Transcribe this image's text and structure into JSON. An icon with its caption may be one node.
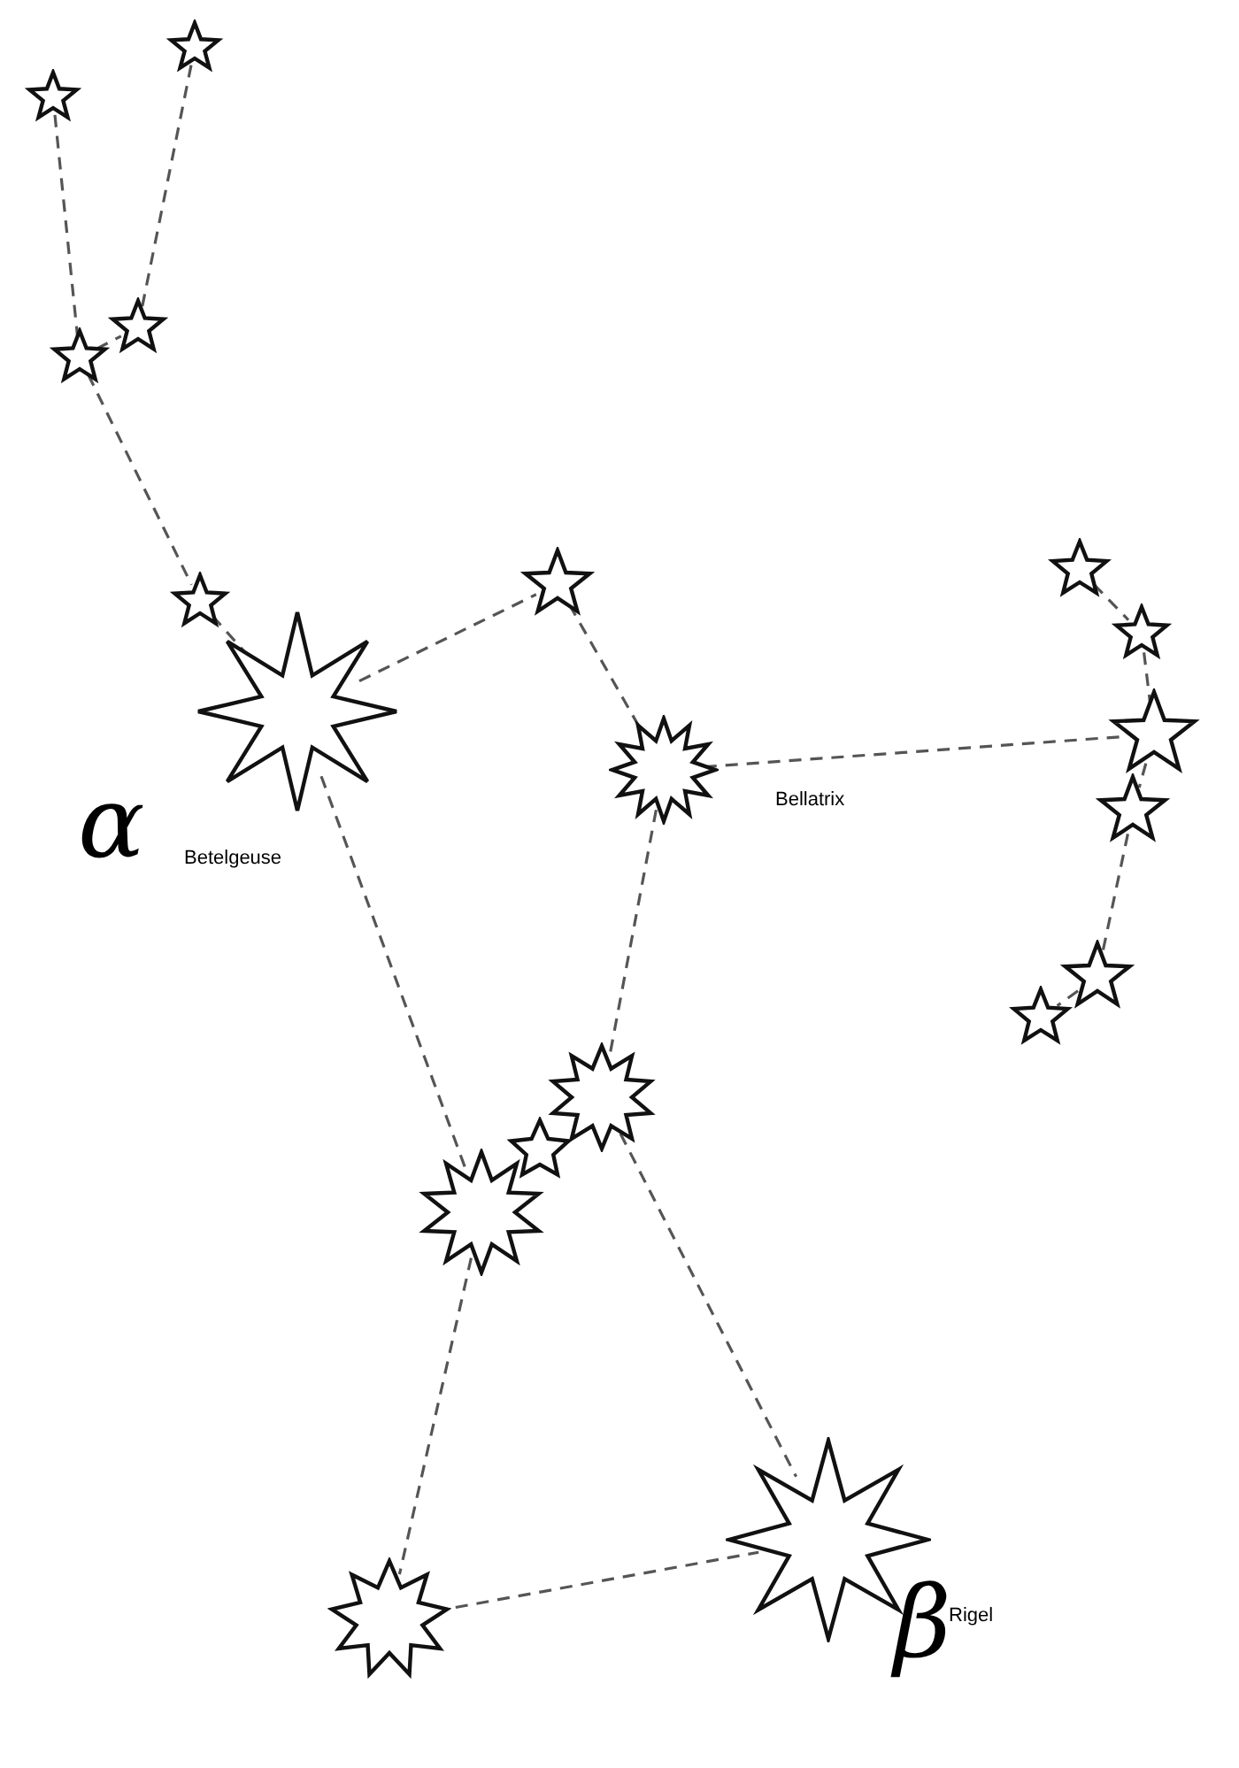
{
  "diagram": {
    "nodes": [
      {
        "text": [],
        "shape": "star"
      },
      {
        "text": [],
        "shape": "star"
      },
      {
        "text": [],
        "shape": "star"
      },
      {
        "text": [],
        "shape": "star"
      },
      {
        "text": [],
        "shape": "star"
      },
      {
        "text": [],
        "shape": "star",
        "beside": [
          "α",
          "Betelgeuse"
        ]
      },
      {
        "text": [],
        "shape": "star"
      },
      {
        "text": [],
        "shape": "star",
        "beside": [
          "Bellatrix"
        ]
      },
      {
        "text": [],
        "shape": "star"
      },
      {
        "text": [],
        "shape": "star"
      },
      {
        "text": [],
        "shape": "star"
      },
      {
        "text": [],
        "shape": "star"
      },
      {
        "text": [],
        "shape": "star"
      },
      {
        "text": [],
        "shape": "star"
      },
      {
        "text": [],
        "shape": "star"
      },
      {
        "text": [],
        "shape": "star"
      },
      {
        "text": [],
        "shape": "star"
      },
      {
        "text": [],
        "shape": "star"
      },
      {
        "text": [],
        "shape": "star",
        "beside": [
          "β",
          "Rigel"
        ]
      }
    ],
    "edges": [
      {
        "from": 0,
        "to": 2,
        "arrow": "none"
      },
      {
        "from": 1,
        "to": 3,
        "arrow": "none"
      },
      {
        "from": 2,
        "to": 3,
        "arrow": "none"
      },
      {
        "from": 2,
        "to": 4,
        "arrow": "none"
      },
      {
        "from": 4,
        "to": 5,
        "arrow": "none"
      },
      {
        "from": 5,
        "to": 6,
        "arrow": "none"
      },
      {
        "from": 6,
        "to": 7,
        "arrow": "none"
      },
      {
        "from": 7,
        "to": 10,
        "arrow": "none"
      },
      {
        "from": 8,
        "to": 9,
        "arrow": "none"
      },
      {
        "from": 9,
        "to": 10,
        "arrow": "none"
      },
      {
        "from": 10,
        "to": 11,
        "arrow": "none"
      },
      {
        "from": 11,
        "to": 12,
        "arrow": "none"
      },
      {
        "from": 12,
        "to": 13,
        "arrow": "none"
      },
      {
        "from": 5,
        "to": 16,
        "arrow": "none"
      },
      {
        "from": 7,
        "to": 14,
        "arrow": "none"
      },
      {
        "from": 14,
        "to": 18,
        "arrow": "none"
      },
      {
        "from": 16,
        "to": 17,
        "arrow": "none"
      },
      {
        "from": 17,
        "to": 18,
        "arrow": "none"
      }
    ]
  }
}
